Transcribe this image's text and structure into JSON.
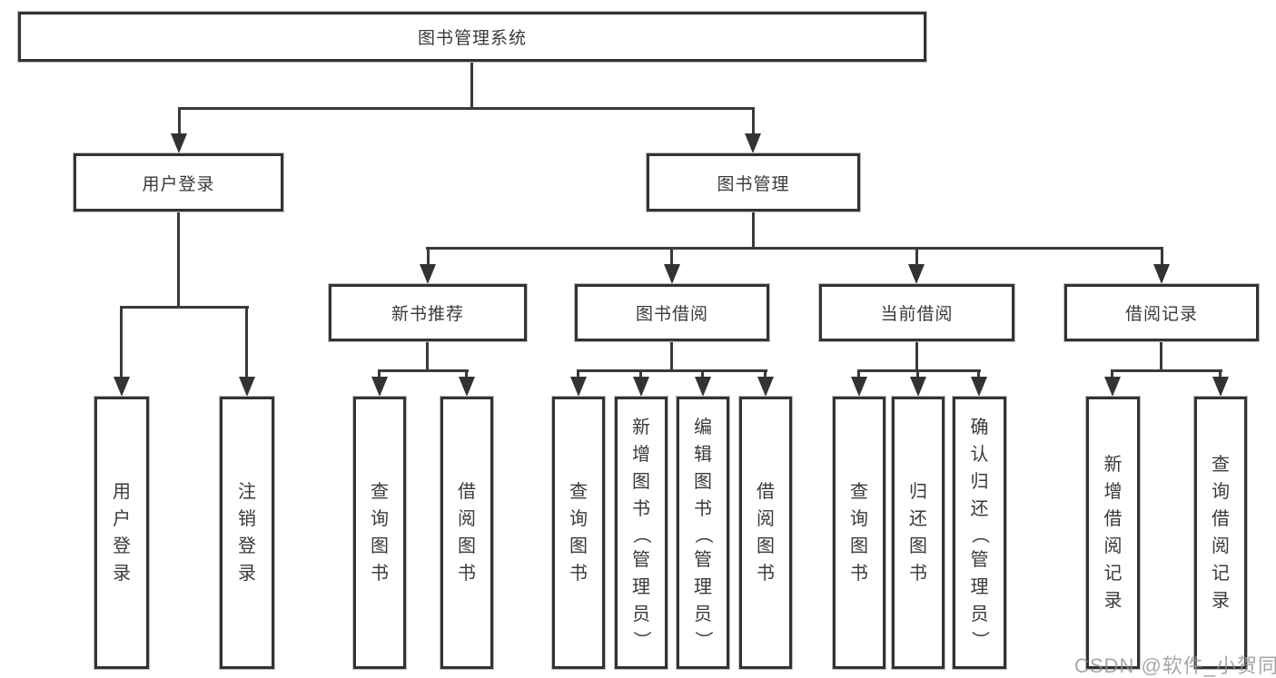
{
  "diagram": {
    "root": {
      "label": "图书管理系统"
    },
    "level2": {
      "user_login": {
        "label": "用户登录"
      },
      "book_management": {
        "label": "图书管理"
      }
    },
    "level3": {
      "new_book_recommend": {
        "label": "新书推荐"
      },
      "book_borrow": {
        "label": "图书借阅"
      },
      "current_borrow": {
        "label": "当前借阅"
      },
      "borrow_record": {
        "label": "借阅记录"
      }
    },
    "leaves": {
      "user_login": [
        "用户登录",
        "注销登录"
      ],
      "new_book_recommend": [
        "查询图书",
        "借阅图书"
      ],
      "book_borrow": [
        "查询图书",
        "新增图书（管理员）",
        "编辑图书（管理员）",
        "借阅图书"
      ],
      "current_borrow": [
        "查询图书",
        "归还图书",
        "确认归还（管理员）"
      ],
      "borrow_record": [
        "新增借阅记录",
        "查询借阅记录"
      ]
    }
  },
  "watermark": {
    "text": "CSDN @软件_小贺同学"
  },
  "colors": {
    "line": "#3a3a3a",
    "border": "#333333",
    "text": "#3a3a3a",
    "watermark": "#919191",
    "background": "#ffffff"
  }
}
